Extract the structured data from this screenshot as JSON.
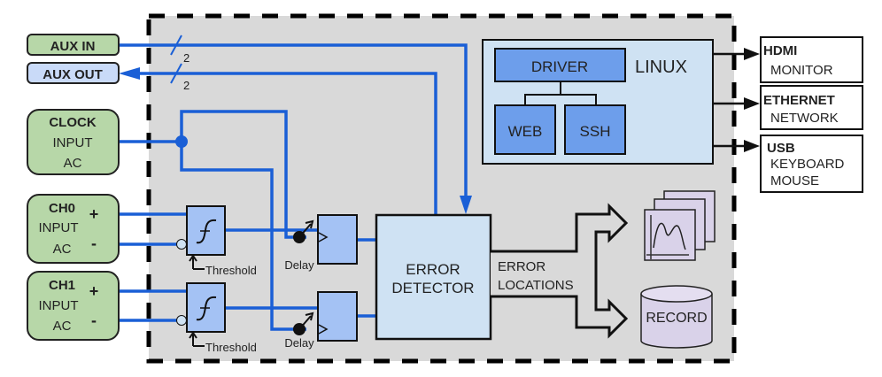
{
  "diagram": {
    "title": "Error detector system block diagram",
    "colors": {
      "wire": "#1a5fd6",
      "green_box": "#b7d7a8",
      "aux_out_box": "#c9daf8",
      "light_blue": "#cfe2f3",
      "mid_blue": "#a4c2f4",
      "dark_blue": "#6d9eeb",
      "purple": "#d9d2e9",
      "panel_gray": "#d9d9d9"
    },
    "inputs": {
      "aux_in": "AUX IN",
      "aux_out": "AUX OUT",
      "bus_width_in": "2",
      "bus_width_out": "2",
      "clock": {
        "title": "CLOCK",
        "line2": "INPUT",
        "line3": "AC"
      },
      "ch0": {
        "title": "CH0",
        "line2": "INPUT",
        "line3": "AC",
        "plus": "+",
        "minus": "-"
      },
      "ch1": {
        "title": "CH1",
        "line2": "INPUT",
        "line3": "AC",
        "plus": "+",
        "minus": "-"
      }
    },
    "comparators": {
      "threshold_label_0": "Threshold",
      "threshold_label_1": "Threshold"
    },
    "delays": {
      "delay_label_0": "Delay",
      "delay_label_1": "Delay"
    },
    "error_detector": {
      "line1": "ERROR",
      "line2": "DETECTOR"
    },
    "error_locations": {
      "line1": "ERROR",
      "line2": "LOCATIONS"
    },
    "record": "RECORD",
    "linux": {
      "label": "LINUX",
      "driver": "DRIVER",
      "web": "WEB",
      "ssh": "SSH"
    },
    "outputs": [
      {
        "title": "HDMI",
        "lines": [
          "MONITOR"
        ]
      },
      {
        "title": "ETHERNET",
        "lines": [
          "NETWORK"
        ]
      },
      {
        "title": "USB",
        "lines": [
          "KEYBOARD",
          "MOUSE"
        ]
      }
    ]
  }
}
